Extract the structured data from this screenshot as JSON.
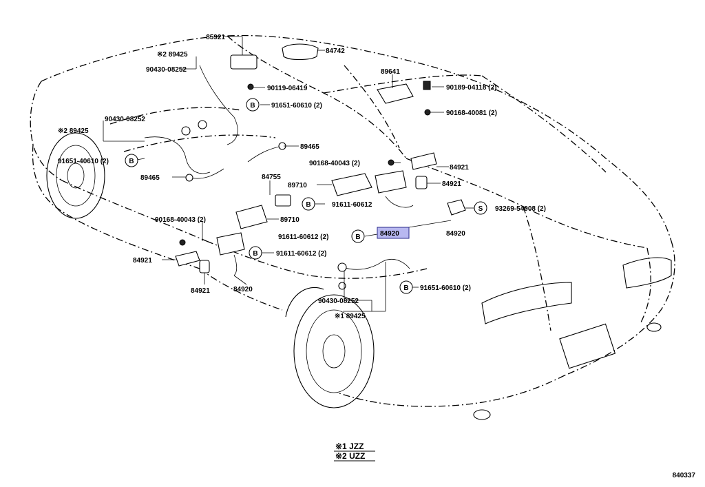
{
  "labels": {
    "l85921": "85921",
    "l84742": "84742",
    "l89425_top": "※2 89425",
    "l90430_top": "90430-08252",
    "l90119": "90119-06419",
    "l89641": "89641",
    "l90189": "90189-04118 (2)",
    "l90168_81": "90168-40081 (2)",
    "l91651_60610_top": "91651-60610 (2)",
    "l90430_left": "90430-08252",
    "l89425_left": "※2 89425",
    "l89465_right": "89465",
    "l91651_40610": "91651-40610 (2)",
    "l90168_43_mid": "90168-40043 (2)",
    "l84921_a": "84921",
    "l84921_b": "84921",
    "l84755": "84755",
    "l89710_mid": "89710",
    "l89465_left": "89465",
    "l91611_a": "91611-60612",
    "l93269": "93269-54008 (2)",
    "l89710_left": "89710",
    "l84920_hl": "84920",
    "l84920_r": "84920",
    "l90168_43_left": "90168-40043 (2)",
    "l91611_b": "91611-60612 (2)",
    "l91611_c": "91611-60612 (2)",
    "l84921_c": "84921",
    "l84921_d": "84921",
    "l84920_c": "84920",
    "l91651_60610_bot": "91651-60610 (2)",
    "l90430_bot": "90430-08252",
    "l89425_bot": "※1 89425",
    "b": "B",
    "s": "S"
  },
  "legend": {
    "line1": "※1 JZZ",
    "line2": "※2 UZZ"
  },
  "diagram_number": "840337",
  "colors": {
    "highlight": "#b8b8f0",
    "line": "#000000"
  }
}
